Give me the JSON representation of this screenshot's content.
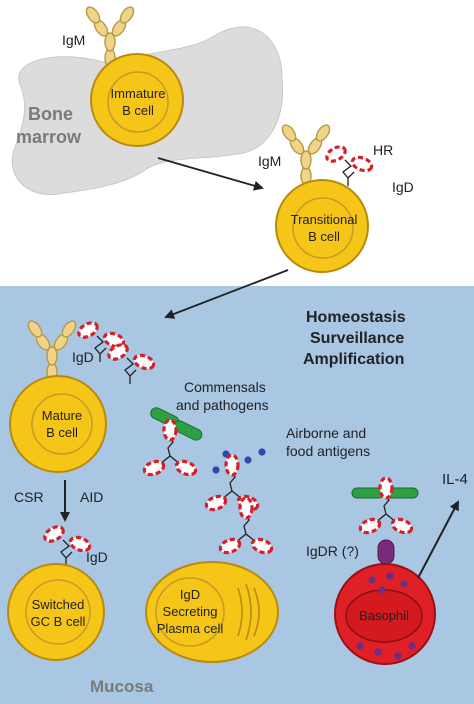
{
  "colors": {
    "bone_marrow": "#dcdcdc",
    "mucosa": "#a9c6e3",
    "b_cell_fill": "#f5c518",
    "b_cell_stroke": "#b88a12",
    "basophil_fill": "#e02027",
    "igm": "#f0d48a",
    "igd": "#d42027",
    "microbe": "#2ea043",
    "airborne_antigen": "#2d4aa8",
    "granule": "#6b2f86",
    "receptor": "#7a2a7a",
    "arrow": "#222222"
  },
  "bone_marrow": {
    "label_line1": "Bone",
    "label_line2": "marrow"
  },
  "mucosa": {
    "label": "Mucosa"
  },
  "cells": {
    "immature": {
      "line1": "Immature",
      "line2": "B cell"
    },
    "transitional": {
      "line1": "Transitional",
      "line2": "B cell"
    },
    "mature": {
      "line1": "Mature",
      "line2": "B cell"
    },
    "switched": {
      "line1": "Switched",
      "line2": "GC B cell"
    },
    "plasma": {
      "line1": "IgD",
      "line2": "Secreting",
      "line3": "Plasma cell"
    },
    "basophil": {
      "label": "Basophil"
    }
  },
  "labels": {
    "igm_1": "IgM",
    "igm_2": "IgM",
    "hr": "HR",
    "igd_1": "IgD",
    "igd_2": "IgD",
    "igd_3": "IgD",
    "homeostasis": "Homeostasis",
    "surveillance": "Surveillance",
    "amplification": "Amplification",
    "commensals_line1": "Commensals",
    "commensals_line2": "and pathogens",
    "airborne_line1": "Airborne and",
    "airborne_line2": "food antigens",
    "csr": "CSR",
    "aid": "AID",
    "igdr": "IgDR (?)",
    "il4": "IL-4"
  }
}
